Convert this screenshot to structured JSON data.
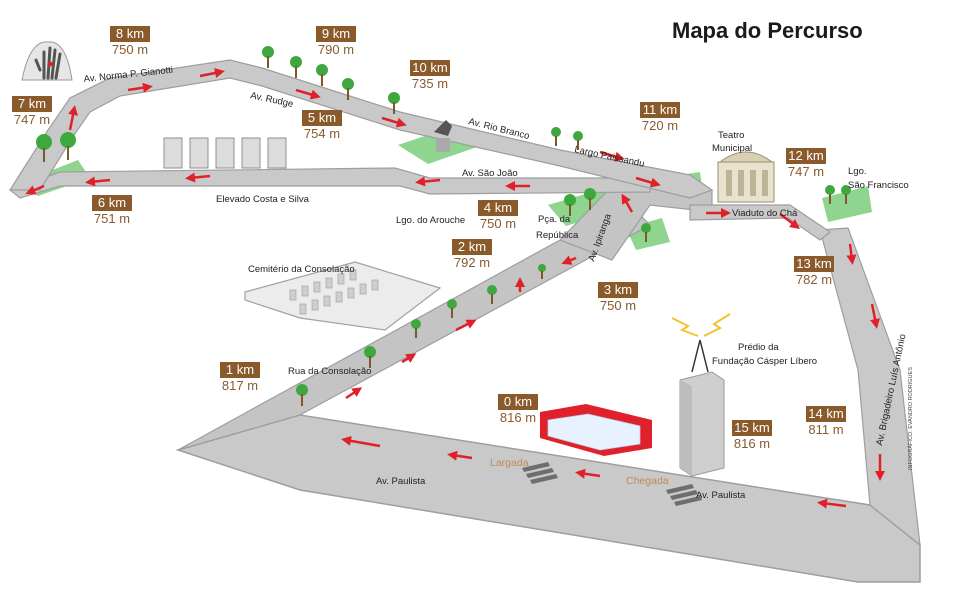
{
  "title": "Mapa do Percurso",
  "colors": {
    "road": "#c9c9c9",
    "road_edge": "#9e9e9e",
    "arrow": "#e0202a",
    "km_box": "#8a5a2b",
    "altitude": "#8a5a2b",
    "grass": "#8fd48f",
    "tree": "#3ea83e"
  },
  "checkpoints": [
    {
      "km": "0 km",
      "alt": "816 m"
    },
    {
      "km": "1 km",
      "alt": "817 m"
    },
    {
      "km": "2 km",
      "alt": "792 m"
    },
    {
      "km": "3 km",
      "alt": "750 m"
    },
    {
      "km": "4 km",
      "alt": "750 m"
    },
    {
      "km": "5 km",
      "alt": "754 m"
    },
    {
      "km": "6 km",
      "alt": "751 m"
    },
    {
      "km": "7 km",
      "alt": "747 m"
    },
    {
      "km": "8 km",
      "alt": "750 m"
    },
    {
      "km": "9 km",
      "alt": "790 m"
    },
    {
      "km": "10 km",
      "alt": "735 m"
    },
    {
      "km": "11 km",
      "alt": "720 m"
    },
    {
      "km": "12 km",
      "alt": "747 m"
    },
    {
      "km": "13 km",
      "alt": "782 m"
    },
    {
      "km": "14 km",
      "alt": "811 m"
    },
    {
      "km": "15 km",
      "alt": "816 m"
    }
  ],
  "streets": [
    "Av. Norma P. Gianotti",
    "Av. Rudge",
    "Av. Rio Branco",
    "Largo Paissandu",
    "Av. São João",
    "Elevado Costa e Silva",
    "Viaduto do Chá",
    "Av. Ipiranga",
    "Rua da Consolação",
    "Av. Paulista",
    "Av. Paulista",
    "Av. Brigadeiro Luís Antônio"
  ],
  "places": [
    "Teatro",
    "Municipal",
    "Lgo.",
    "São Francisco",
    "Lgo. do Arouche",
    "Pça. da",
    "República",
    "Cemitério da Consolação",
    "Prédio da",
    "Fundação Cásper Líbero"
  ],
  "markers": {
    "start": "Largada",
    "finish": "Chegada"
  },
  "credit": "INFOGRÁFICO: EVANDRO RODRIGUES",
  "icons": [
    "hand-monument-icon",
    "horse-statue-icon",
    "theater-icon",
    "antenna-icon",
    "tree-icon"
  ]
}
